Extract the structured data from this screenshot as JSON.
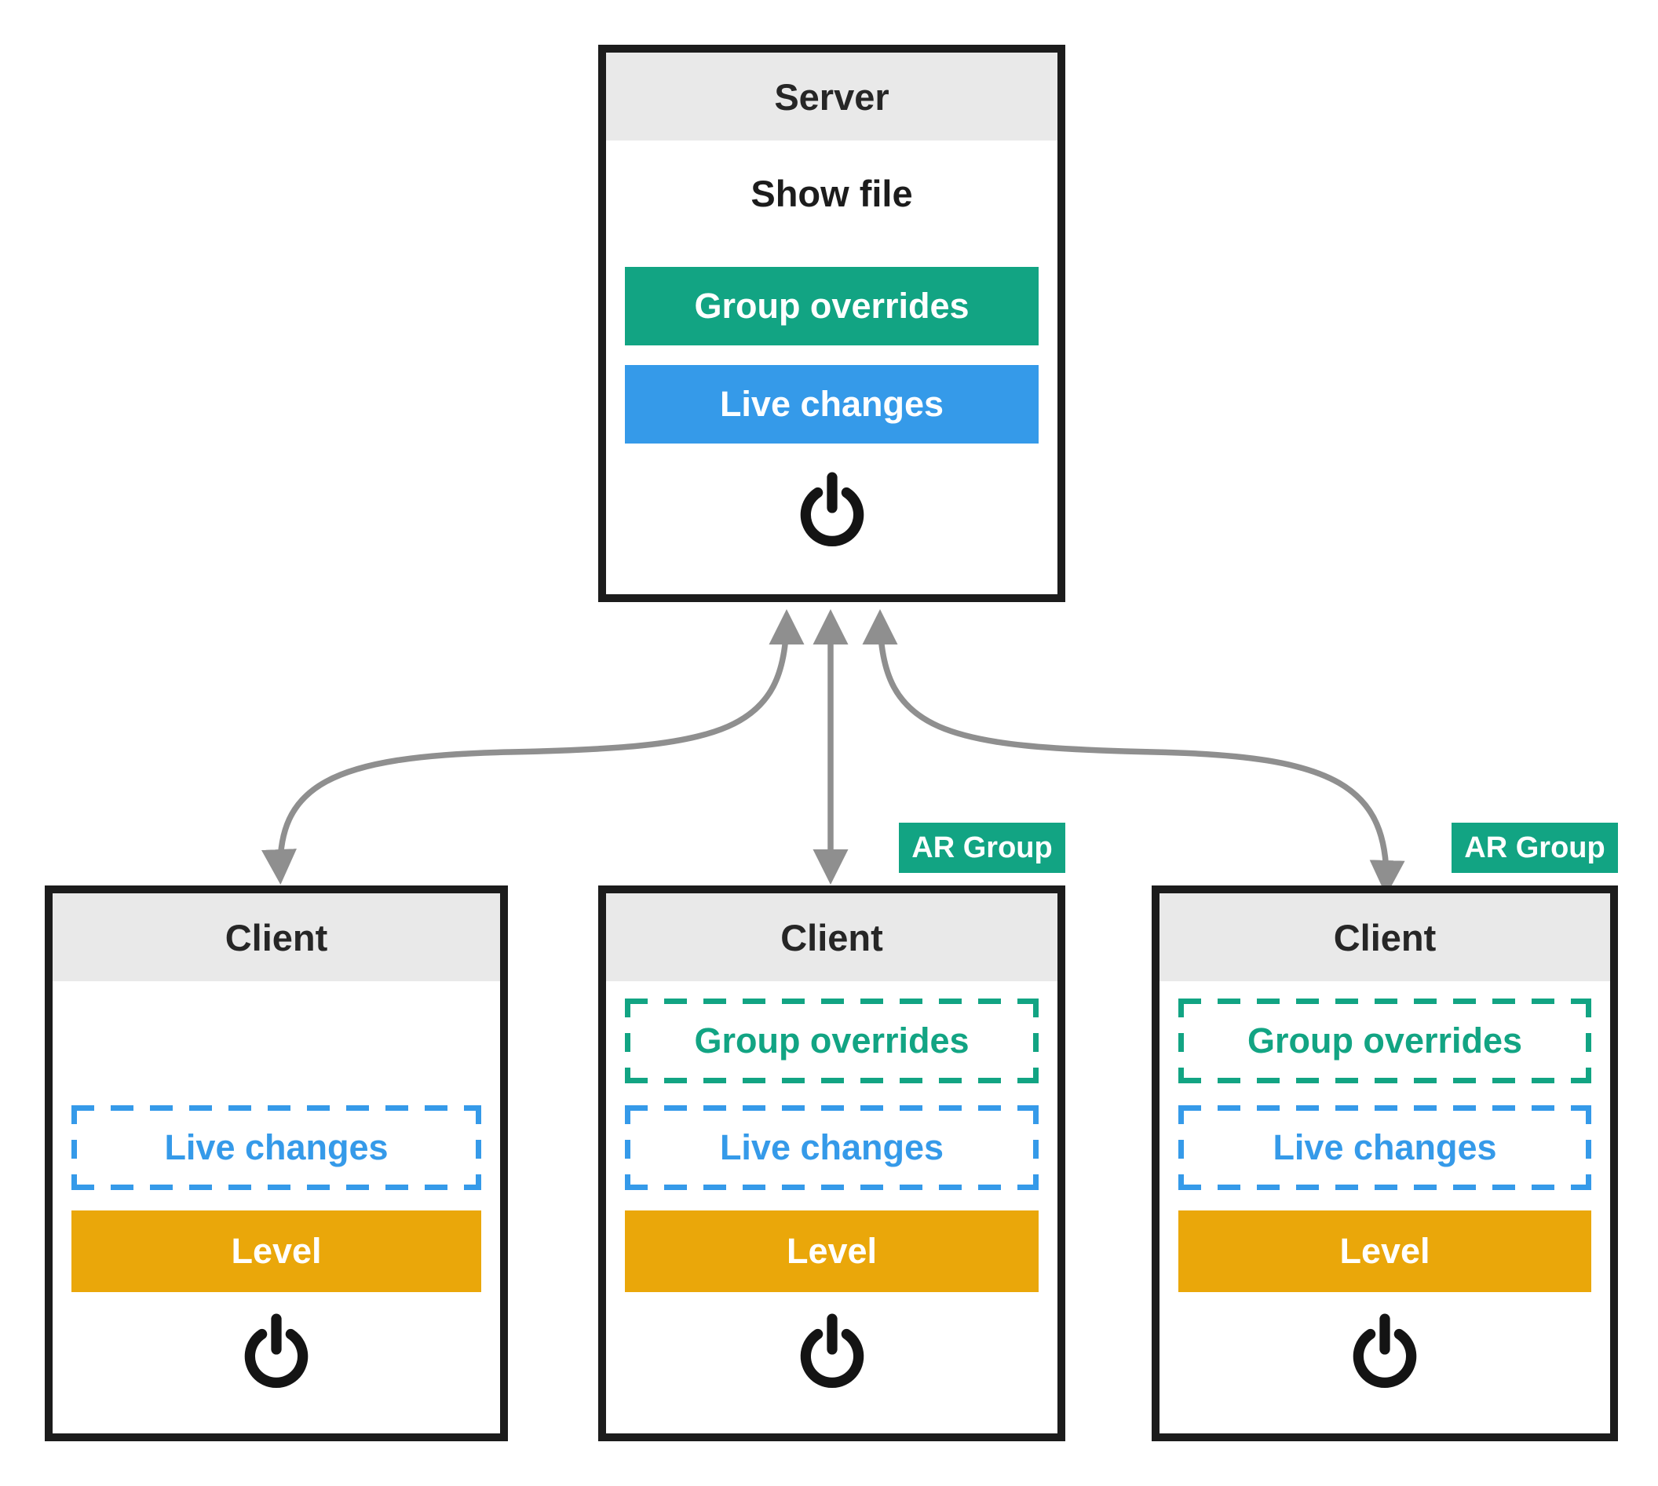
{
  "server": {
    "title": "Server",
    "show_file": "Show file",
    "group_overrides": "Group overrides",
    "live_changes": "Live changes"
  },
  "clients": [
    {
      "title": "Client",
      "live_changes": "Live changes",
      "level": "Level"
    },
    {
      "title": "Client",
      "badge": "AR Group",
      "group_overrides": "Group overrides",
      "live_changes": "Live changes",
      "level": "Level"
    },
    {
      "title": "Client",
      "badge": "AR Group",
      "group_overrides": "Group overrides",
      "live_changes": "Live changes",
      "level": "Level"
    }
  ],
  "icons": {
    "power": "power-symbol"
  },
  "colors": {
    "green": "#12a483",
    "blue": "#359ae9",
    "orange": "#eaa70a",
    "header_gray": "#e9e9e9",
    "box_border": "#1c1c1c",
    "arrow_gray": "#8f8f8f"
  }
}
